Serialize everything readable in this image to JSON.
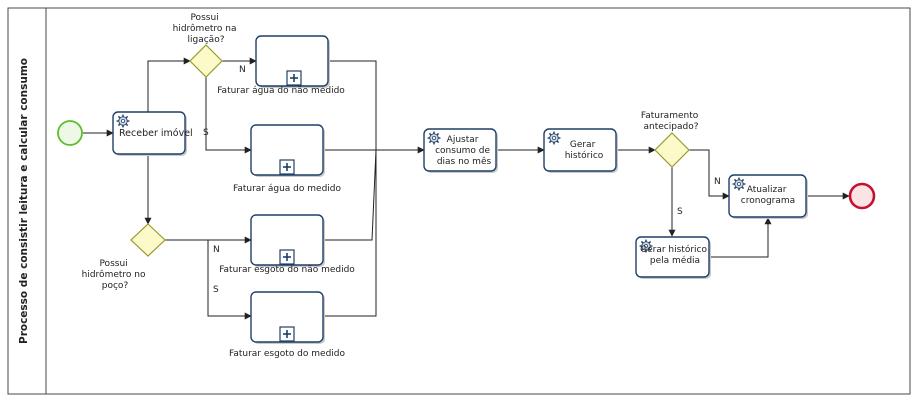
{
  "pool": {
    "label": "Processo de consistir leitura e calcular consumo"
  },
  "tasks": {
    "receber": "Receber imóvel",
    "ajustar": [
      "Ajustar",
      "consumo de",
      "dias no mês"
    ],
    "gerar": [
      "Gerar",
      "histórico"
    ],
    "atualizar": [
      "Atualizar",
      "cronograma"
    ],
    "media": [
      "Gerar histórico",
      "pela média"
    ]
  },
  "subprocesses": {
    "agua_nao_medido": "Faturar água do não medido",
    "agua_medido": "Faturar água do medido",
    "esgoto_nao_medido": "Faturar esgoto do não medido",
    "esgoto_medido": "Faturar esgoto do medido"
  },
  "gateways": {
    "ligacao": [
      "Possui",
      "hidrômetro na",
      "ligação?"
    ],
    "poco": [
      "Possui",
      "hidrômetro no",
      "poço?"
    ],
    "antecipado": [
      "Faturamento",
      "antecipado?"
    ]
  },
  "flow_labels": {
    "ligacao_n": "N",
    "ligacao_s": "S",
    "poco_n": "N",
    "poco_s": "S",
    "antecipado_n": "N",
    "antecipado_s": "S"
  },
  "colors": {
    "start_event": "#5cbf2a",
    "end_event": "#c8102e",
    "task_border": "#1f3f66",
    "gateway_fill": "#fbfac8"
  }
}
